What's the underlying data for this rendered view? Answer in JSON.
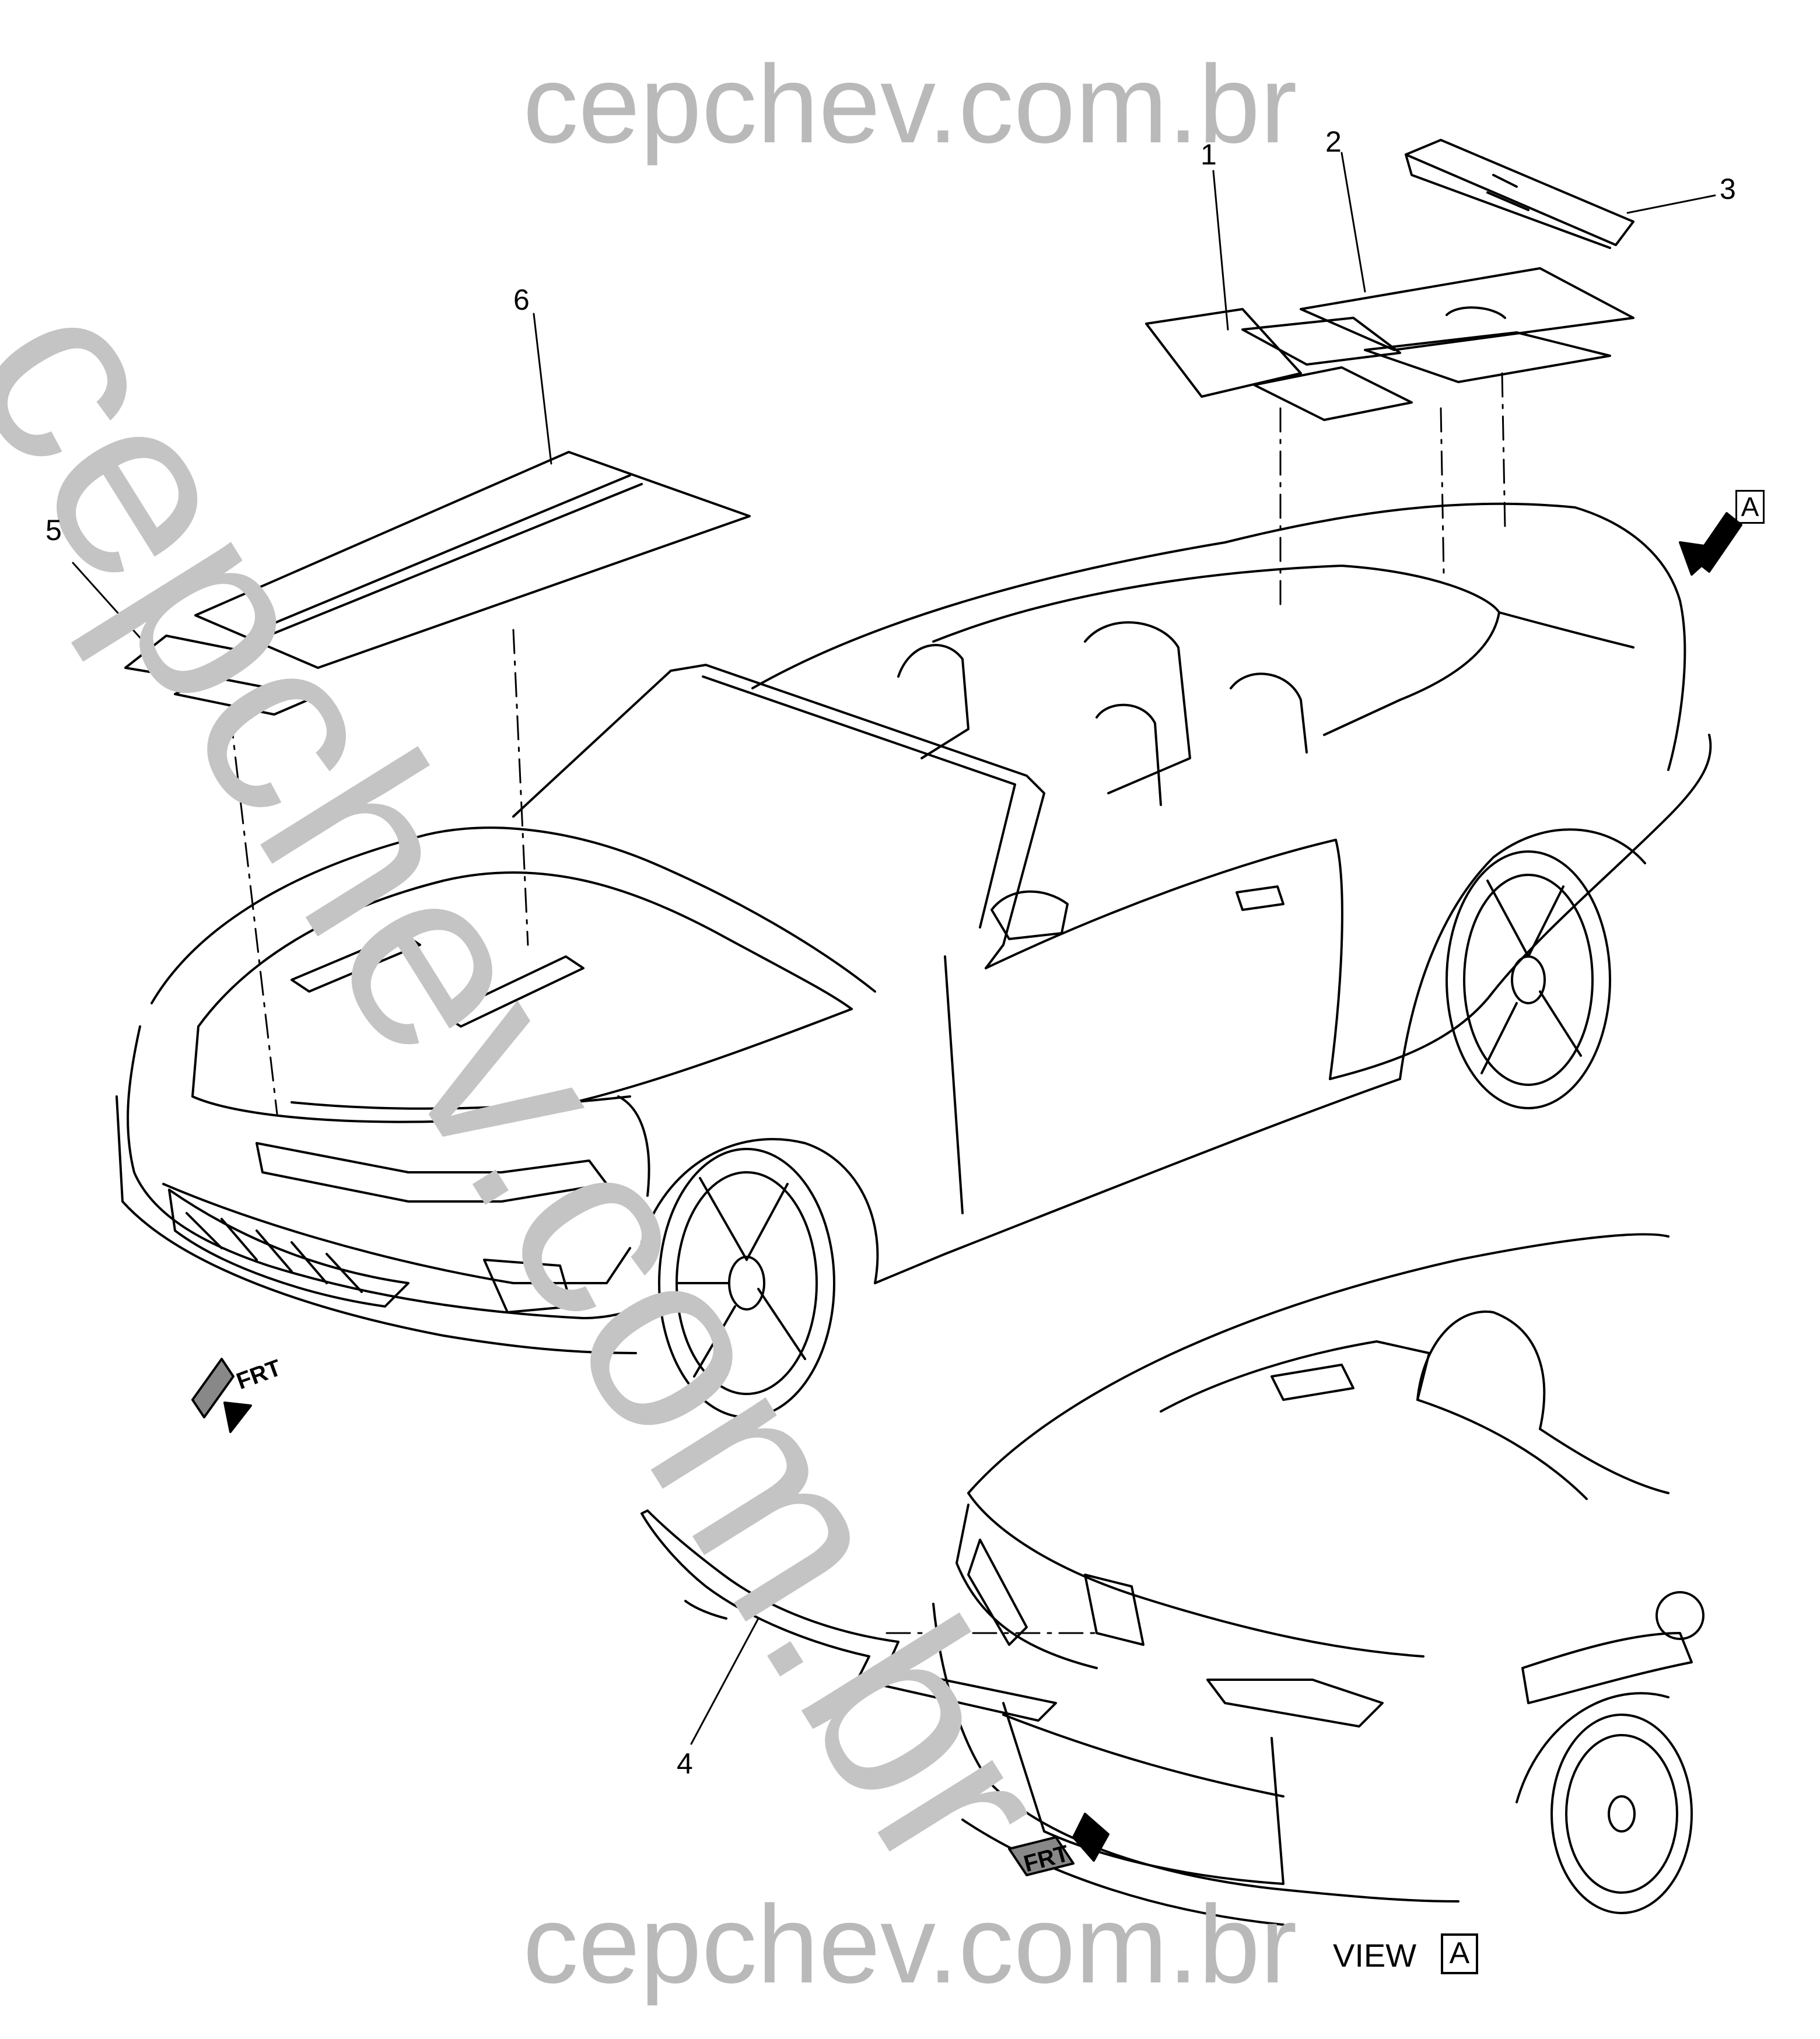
{
  "watermark": {
    "top": "cepchev.com.br",
    "diagonal": "cepchev.com.br",
    "bottom": "cepchev.com.br"
  },
  "callouts": [
    "1",
    "2",
    "3",
    "4",
    "5",
    "6"
  ],
  "view": {
    "label": "VIEW",
    "letter": "A"
  },
  "view_pointer_letter": "A",
  "frt_label": "FRT",
  "colors": {
    "line": "#000000",
    "watermark": "#b9b9b9",
    "background": "#ffffff"
  }
}
